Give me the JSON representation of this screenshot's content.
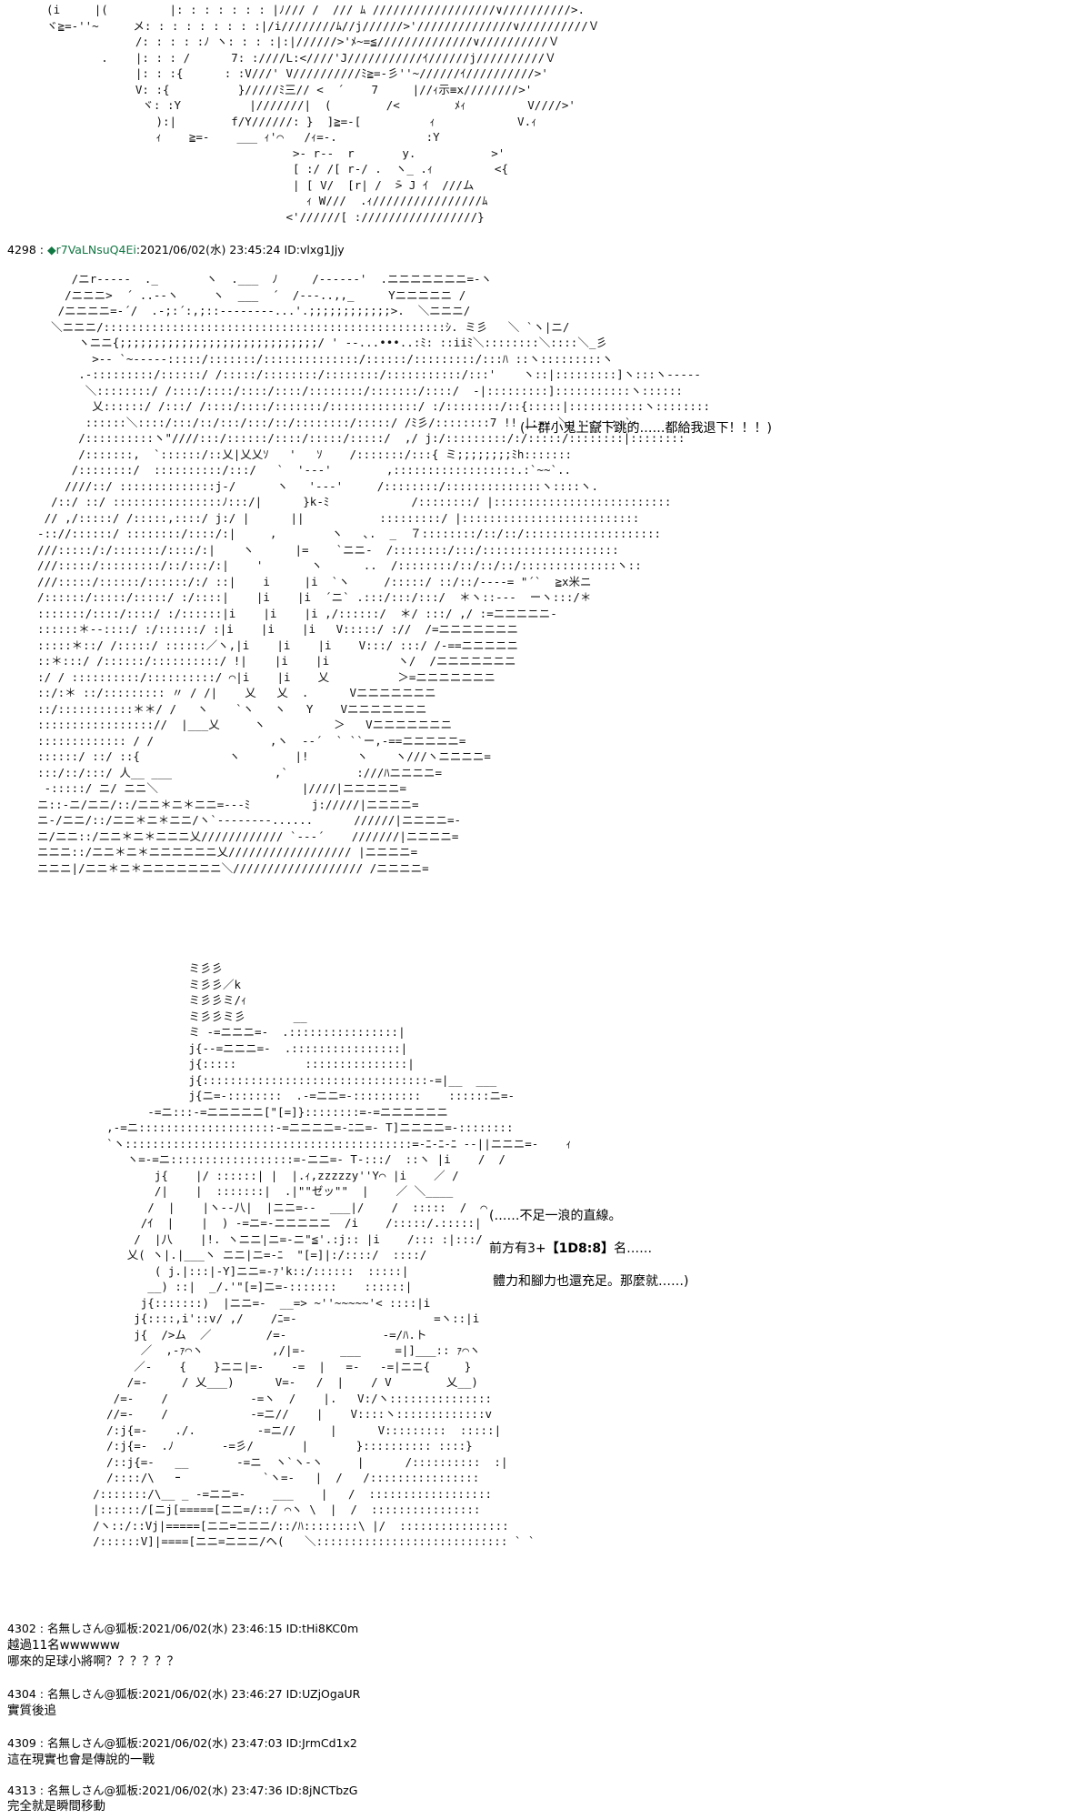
{
  "aa_top": "  (i     |(         |: : : : : : : |ﾉ/// /  /// ﾑ //////////////////∨//////////>.\n  ヾ≧=-''~     メ: : : : : : : : :|/i////////ﾑ//j//////>'//////////////∨//////////Ｖ\n               /: : : : :ﾉ ヽ: : : :|:|//////>'ﾒ~=≦//////////////∨//////////Ｖ\n          .    |: : : /      7: :////L:<////'J///////////ｲ//////j//////////Ｖ\n               |: : :{      : :V///' V//////////ﾐ≧=-彡''~//////ｲ//////////>'\n               V: :{          }/////ﾐ三// <  ´    7     |//ｨ示≡x////////>'\n                ヾ: :Y          |///////|  (        /<        ﾒｨ         V////>'\n                  ):|        f/Y//////: }  ]≧=-[          ｨ            V.ｨ\n                  ｨ    ≧=-    ___ ｨ'⌒   /ｨ=-.             :Y\n                                      >- r--  r       y.           >'\n                                      [ :/ /[ r-/ .  ヽ_ .ｨ         <{\n                                      | [ V/  [r| /  ̄> J ｲ  ///ム\n                                        ｨ W///  .ｨ////////////////ﾑ\n                                     <'//////[ ://///////////////}",
  "post_4298": {
    "number": "4298",
    "separator": " : ",
    "trip": "◆r7VaLNsuQ4Ei",
    "datetime": ":2021/06/02(水) 23:45:24",
    "id": "ID:vlxg1Jjy"
  },
  "aa_middle": "       /ニr-----  ._       ヽ  .___  ﾉ     /------'  .ニニニニニニニ=-ヽ\n      /ニニニ>  ´ ..--ヽ     ヽ  ___  ´  /---..,,_     Yニニニニニ /\n     /ニニニニ=-´/  .-;:´:,;::--------...'.;;;;;;;;;;;;>.  ＼ニニニ/\n    ＼ニニニ/::::::::::::::::::::::::::::::::::::::::::::::::::ｼ. ミ彡   ＼ `ヽ|ニ/\n        ヽニニ{;;;;;;;;;;;;;;;;;;;;;;;;;;;;;/ ' --...•••..:ﾐ: ::iiﾐ＼::::::::＼::::＼_彡\n          >-- `~-----:::::/:::::::/::::::::::::::/::::::/:::::::::/:::ﾊ ::ヽ:::::::::ヽ\n        .-:::::::::/::::::/ /:::::/::::::::/::::::::/:::::::::::/:::'    ヽ::|:::::::::]ヽ:::ヽ-----\n         ＼::::::::/ /::::/::::/::::/::::/::::::::/:::::::/::::/  -|:::::::::]:::::::::::ヽ::::::\n          乂::::::/ /:::/ /::::/::::/:::::::/:::::::::::::/ :/::::::::/::{:::::|:::::::::::ヽ::::::::\n         ::::::＼::::/:::/::/:::/:::/::/::::::::/:::::/ /ﾐ彡/::::::::7 !! |:---＼::::::::`~\n        /::::::::::ヽ\"////:::/::::::/::::/:::::/:::::/  ,/ j:/:::::::::/:/:::::/::::::::|::::::::\n        /:::::::,  `::::::/::乂|乂乂ｿ   '   ｿ    /:::::::/:::{ ミ;;;;;;;;ﾐh:::::::\n       /::::::::/  ::::::::::/:::/   `  '---'        ,::::::::::::::::::.:`~~`..\n      ////::/ ::::::::::::::j-/      ヽ   '---'     /::::::::/::::::::::::::ヽ::::ヽ.\n    /::/ ::/ ::::::::::::::::ﾉ:::/|      }k-ﾐ            /::::::::/ |::::::::::::::::::::::::::\n   // ,/:::::/ /:::::,::::/ j:/ |      ||           :::::::::/ |::::::::::::::::::::::::::\n  -:://::::::/ ::::::::/::::/:|     ,        ヽ   ､.  _  ７::::::::/::/::/::::::::::::::::::::\n  ///:::::/:/:::::::/::::/:|    ヽ      |=    `ニニ-  /::::::::/:::/::::::::::::::::::::\n  ///:::::/:::::::::/::/:::/:|    '       ヽ      ..  /::::::::/::/::/::/::::::::::::::ヽ::\n  ///:::::/::::::/::::::/:/ ::|    i     |i  `ヽ     /:::::/ ::/::/----= \"´`  ≧x米ニ\n  /::::::/:::::/:::::/ :/::::|    |i    |i  ´ニ` .:::/:::/:::/  ＊ヽ::---  ーヽ:::/＊\n  :::::::/::::/::::/ :/::::::|i    |i    |i ,/::::::/  ＊/ :::/ ,/ :=ニニニニニ-\n  ::::::＊--::::/ :/::::::/ :|i    |i    |i   V:::::/ ://  /=ニニニニニニニ\n  :::::＊::/ /:::::/ ::::::／ヽ,|i    |i    |i    V:::/ :::/ /-==ニニニニニ\n  ::＊:::/ /::::::/::::::::::/ !|    |i    |i          ヽ/  /ニニニニニニニ\n  :/ / ::::::::::/::::::::::/ ⌒|i    |i    乂          ＞=ニニニニニニニ\n  ::/:＊ ::/::::::::: 〃 / /|    乂   乂  .      Vニニニニニニニ\n  ::/:::::::::::＊＊/ /   ヽ    `ヽ   ヽ   Y    Vニニニニニニニ\n  ::::::::::::::::://  |___乂     ヽ          ＞   Vニニニニニニニ\n  ::::::::::::: / /                 ,ヽ  --´  ` ``ー,-==ニニニニニ=\n  ::::::/ ::/ ::{             ヽ        |!       ヽ    ヽ///ヽニニニニ=\n  :::/::/:::/ 人__ ___               ,`          :///ﾊニニニニ=\n   -:::::/ ニ/ ニニ＼                     |////|ニニニニニ=\n  ニ::-ニ/ニニ/::/ニニ＊ニ＊ニニ=---ﾐ         j://///|ニニニニ=\n  ニ-/ニニ/::/ニニ＊ニ＊ニニ/ヽ`--------......      //////|ニニニニ=-\n  ニ/ニニ::/ニニ＊ニ＊ニニニ乂//////////// `---´    ///////|ニニニニ=\n  ニニニ::/ニニ＊ニ＊ニニニニニニ乂////////////////// |ニニニニ=\n  ニニニ|/ニニ＊ニ＊ニニニニニニニ＼/////////////////// /ニニニニ=",
  "speech_1": "(一群小鬼上竄下跳的……都給我退下！！！)",
  "aa_bottom": "                  ミ彡彡\n                  ミ彡彡／k\n                  ミ彡彡ミ/ｨ\n                  ミ彡彡ミ彡       __\n                  ミ -=ニニニ=-  .::::::::::::::::|\n                  j{--=ニニニ=-  .::::::::::::::::|\n                  j{:::::          :::::::::::::::|\n                  j{:::::::::::::::::::::::::::::::::-=|__  ___\n                  j{ニ=-::::::::  .-=ニニ=-::::::::::    ::::::ニ=-\n            -=ニ:::-=ニニニニニ[\"[=]}::::::::=-=ニニニニニニ\n      ,-=ニ::::::::::::::::::::-=ニニニニ=-ﾆニ=- T]ニニニニ=-::::::::\n      `ヽ::::::::::::::::::::::::::::::::::::::::::=-ﾆ-ﾆ-ﾆ --||ニニニ=-    ｨ\n         ヽ=-=ニ::::::::::::::::::=-ニニ=- T-:::/  ::ヽ |i    /  /\n             j{    |/ ::::::| |  |.ｨ,zzzzzy''Y⌒ |i    ／ /\n             /|    |  :::::::|  .|\"\"ゼッ\"\"  |    ／ ＼____\n            /  |    |ヽ--八|  |ニニ=--  ___|/    /  :::::  /  ⌒\n           /ｲ  |    |  ) -=ニ=-ニニニニニ  /i    /:::::/.:::::|\n          /  |八    |!. ヽニニ|ニ=-ニ\"≦'.:j:: |i    /::: :|:::/\n         乂( ヽ|.|___ヽ ニニ|ニ=-ﾆ  \"[=]|:/::::/  ::::/\n             ( j.|:::|-Y]ニニ=-ｧ'k::/::::::  :::::|\n            __) ::|  _/.'\"[=]ニ=-:::::::    ::::::|\n           j{:::::::)  |ニニ=-  __=> ~''~~~~~'< ::::|i\n          j{::::,i'::v/ ,/    /ﾆ=-                    =ヽ::|i\n          j{  />ム  ／        /=-              -=/ﾊ.ト\n           ／  ,-ｧ⌒ヽ          ,/|=-     ___     =|]___:: ｧ⌒ヽ\n          ／-    {    }ニニ|=-    -=  |   =-   -=|ニニ{     }\n         /=-     / 乂___)      V=-   /  |    / V        乂__)\n       /=-    /            -=ヽ  /    |.   V:/ヽ:::::::::::::::\n      //=-    /            -=ニ//    |    V::::ヽ:::::::::::::v\n      /:j{=-    ./.         -=ニ//     |      V:::::::::  :::::|\n      /:j{=-  .ﾉ       -=彡/       |       }:::::::::: ::::}\n      /::j{=-   __       -=ニ  ヽ`ヽ-ヽ     |      /::::::::::  :|\n      /::::/\\   ｰ            `ヽ=-   |  /   /::::::::::::::::\n    /:::::::/\\__ _ -=ニニ=-    ___    |   /  ::::::::::::::::::\n    |::::::/[ニj[=====[ニニ=/::/ ⌒ヽ \\  |  /  ::::::::::::::::\n    /ヽ::/::Vj|=====[ニニ=ニニニ/::/ﾊ::::::::\\ |/  ::::::::::::::::\n    /::::::V]|====[ニニ=ニニニ/ヘ(   ＼:::::::::::::::::::::::::::: ` `",
  "speech_2": {
    "line1": "(……不足一浪的直線。",
    "line2_pre": "前方有3+",
    "line2_dice": "【1D8:8】",
    "line2_post": "名……",
    "line3": "體力和腳力也還充足。那麼就……)"
  },
  "posts": [
    {
      "header": "4302 : 名無しさん@狐板:2021/06/02(水) 23:46:15 ID:tHi8KC0m",
      "body": "越過11名wwwwww\n哪來的足球小將啊？？？？？？"
    },
    {
      "header": "4304 : 名無しさん@狐板:2021/06/02(水) 23:46:27 ID:UZjOgaUR",
      "body": "實質後追"
    },
    {
      "header": "4309 : 名無しさん@狐板:2021/06/02(水) 23:47:03 ID:JrmCd1x2",
      "body": "這在現實也會是傳說的一戰"
    },
    {
      "header": "4313 : 名無しさん@狐板:2021/06/02(水) 23:47:36 ID:8jNCTbzG",
      "body": "完全就是瞬間移動"
    }
  ]
}
